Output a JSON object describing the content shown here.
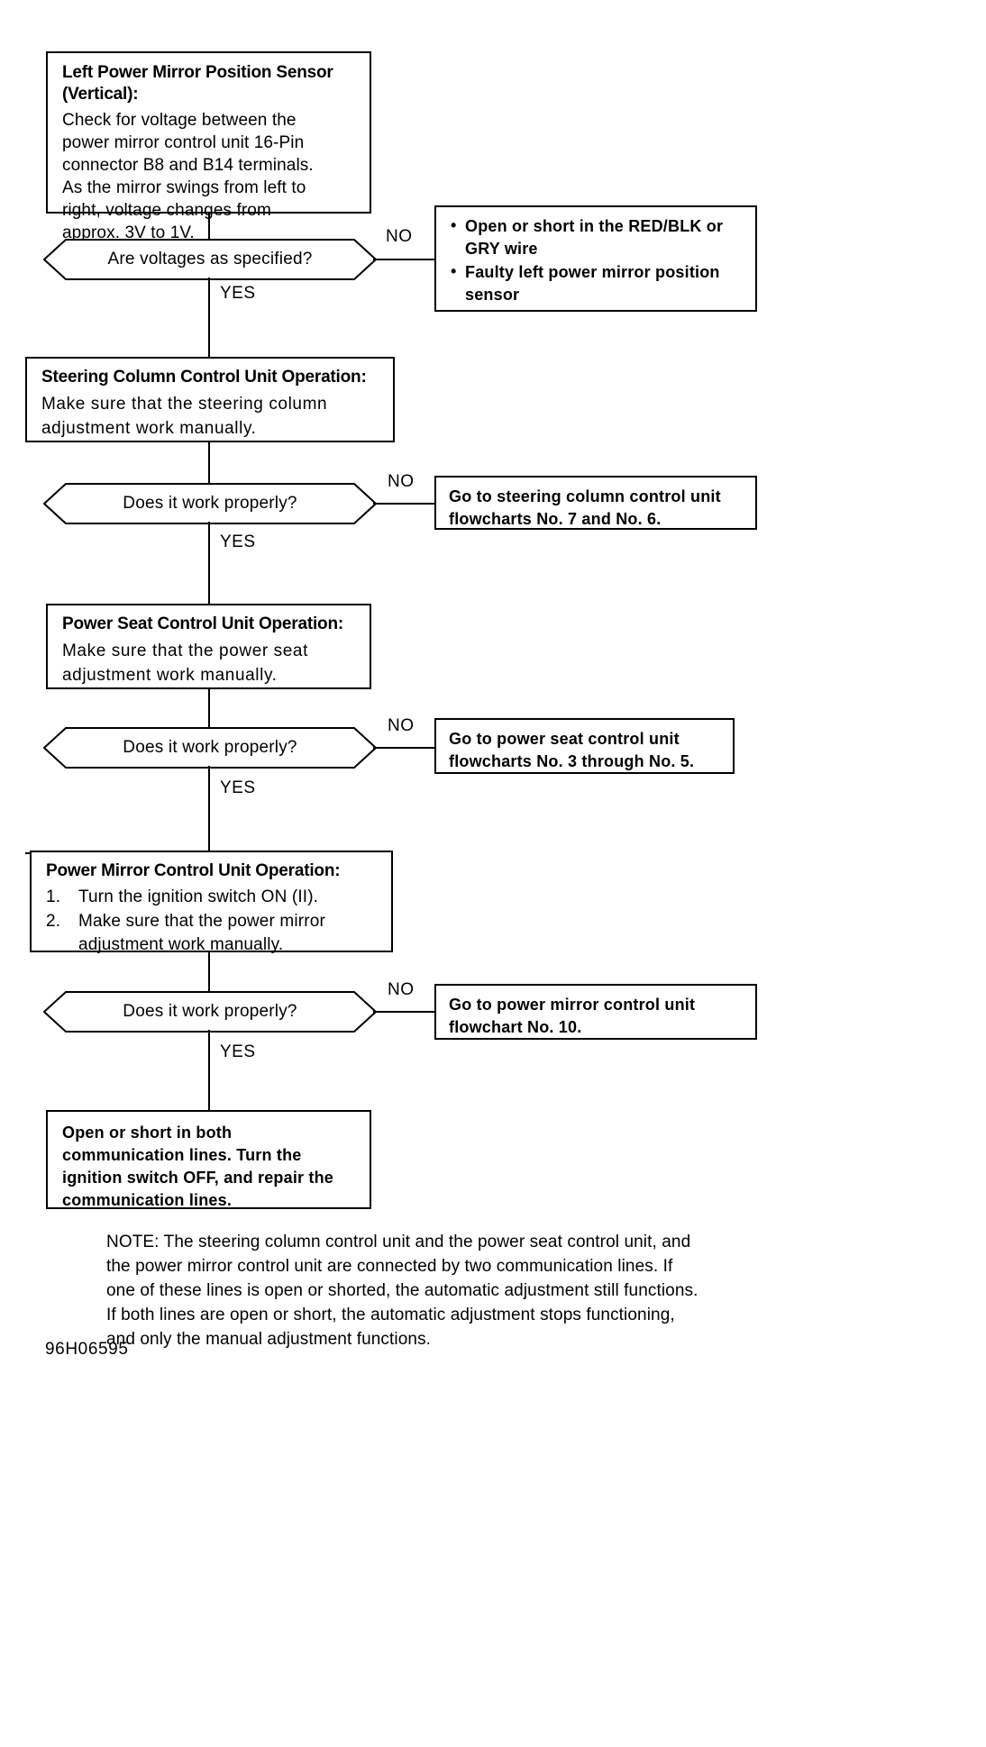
{
  "figure_id": "96H06595",
  "branch_labels": {
    "no": "NO",
    "yes": "YES"
  },
  "nodes": {
    "sensor_check": {
      "title": "Left Power Mirror Position Sensor (Vertical):",
      "title_line1": "Left Power Mirror Position Sensor",
      "title_line2": "(Vertical):",
      "body": "Check for voltage between the power mirror control unit 16-Pin connector B8 and B14 terminals. As the mirror swings from left to right, voltage changes from approx. 3V to 1V."
    },
    "decision_voltages": {
      "label": "Are voltages as specified?"
    },
    "result_sensor_fault": {
      "bullets": [
        "Open or short in the RED/BLK or GRY wire",
        "Faulty left power mirror position sensor"
      ]
    },
    "steering_column": {
      "title": "Steering Column Control Unit Operation:",
      "body": "Make sure that the steering column adjustment work manually."
    },
    "decision_steering": {
      "label": "Does it work properly?"
    },
    "result_steering": {
      "text": "Go to steering column control unit flowcharts No. 7 and No. 6."
    },
    "power_seat": {
      "title": "Power Seat Control Unit Operation:",
      "body": "Make sure that the power seat adjustment work manually."
    },
    "decision_seat": {
      "label": "Does it work properly?"
    },
    "result_seat": {
      "text": "Go to power seat control unit flowcharts No. 3 through No. 5."
    },
    "power_mirror": {
      "title": "Power Mirror Control Unit Operation:",
      "steps": [
        {
          "num": "1.",
          "text": "Turn the ignition switch ON (II)."
        },
        {
          "num": "2.",
          "text": "Make sure that the power mirror adjustment work manually."
        }
      ]
    },
    "decision_mirror": {
      "label": "Does it work properly?"
    },
    "result_mirror": {
      "text": "Go to power mirror control unit flowchart No. 10."
    },
    "final_conclusion": {
      "text": "Open or short in both communication lines. Turn the ignition switch OFF, and repair the communication lines."
    }
  },
  "note": {
    "label": "NOTE:",
    "text": "The steering column control unit and the power seat control unit, and the power mirror control unit are connected by two communication lines. If one of these lines is open or shorted, the automatic adjustment still functions. If both lines are open or short, the automatic adjustment stops functioning, and only the manual adjustment functions."
  },
  "colors": {
    "line": "#000000",
    "background": "#ffffff"
  }
}
